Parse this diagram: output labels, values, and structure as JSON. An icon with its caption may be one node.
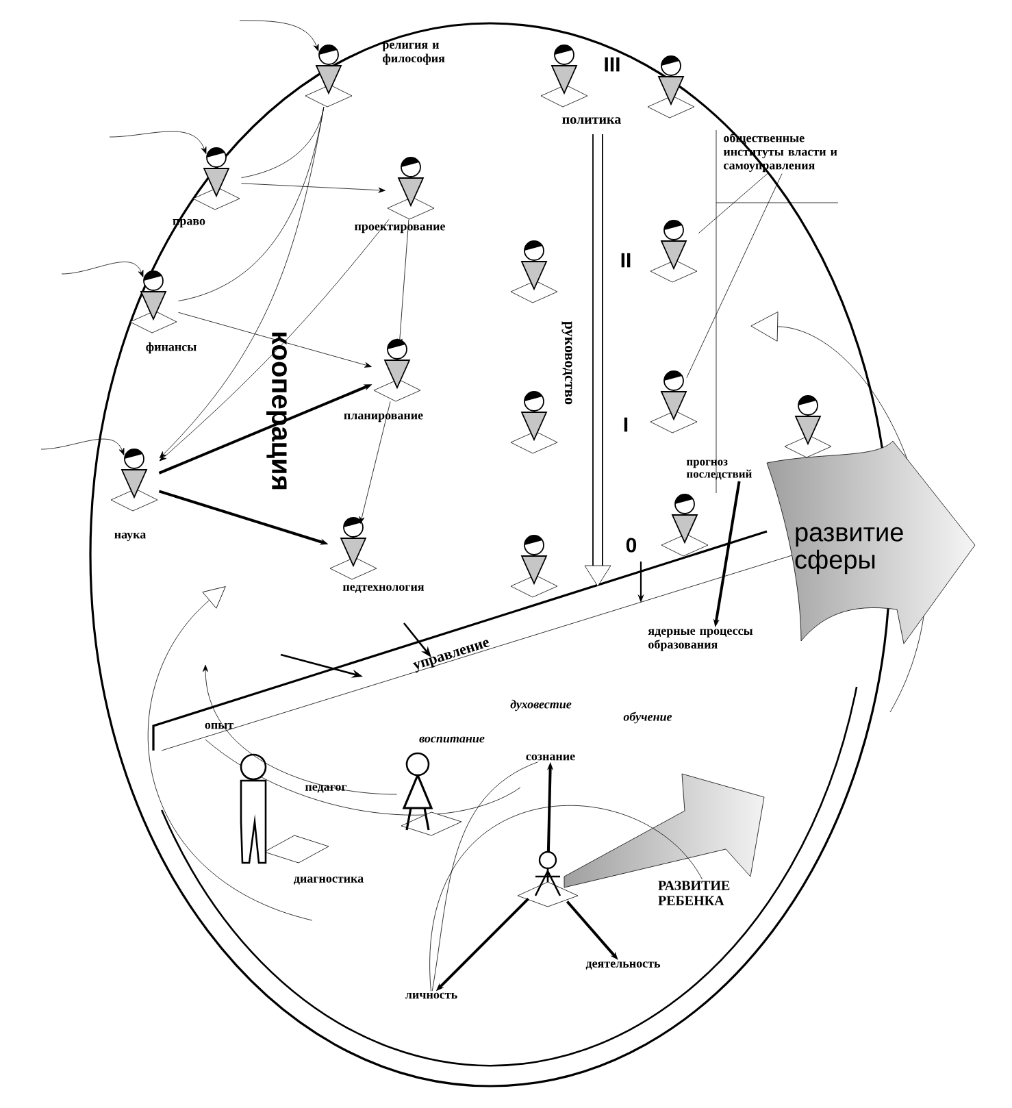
{
  "diagram": {
    "nodes": [
      {
        "text": [
          "религия и философия"
        ]
      },
      {
        "text": [
          "право"
        ]
      },
      {
        "text": [
          "проектирование"
        ]
      },
      {
        "text": [
          "финансы"
        ]
      },
      {
        "text": [
          "планирование"
        ]
      },
      {
        "text": [
          "наука"
        ]
      },
      {
        "text": [
          "педтехнология"
        ]
      },
      {
        "text": [],
        "shape": "person"
      },
      {
        "text": [],
        "shape": "person"
      },
      {
        "text": [],
        "shape": "person"
      },
      {
        "text": [],
        "shape": "person"
      },
      {
        "text": [],
        "shape": "person"
      },
      {
        "text": [],
        "shape": "person"
      },
      {
        "text": [],
        "shape": "person"
      },
      {
        "text": [],
        "shape": "person"
      },
      {
        "text": [],
        "shape": "person"
      },
      {
        "text": [
          "общественные институты власти и самоуправления"
        ]
      },
      {
        "text": [
          "педагог"
        ]
      },
      {
        "text": [],
        "shape": "person"
      },
      {
        "text": [],
        "shape": "person"
      },
      {
        "text": [
          "сознание"
        ]
      },
      {
        "text": [
          "деятельность"
        ]
      },
      {
        "text": [
          "личность"
        ]
      },
      {
        "text": [
          "развитие сферы"
        ]
      },
      {
        "text": [
          "РАЗВИТИЕ РЕБЕНКА"
        ]
      },
      {
        "text": [
          "прогноз последствий"
        ]
      },
      {
        "text": [
          "ядерные процессы образования"
        ]
      }
    ],
    "edges": [
      {
        "from": null,
        "to": 0,
        "arrow": "to"
      },
      {
        "from": null,
        "to": 1,
        "arrow": "to"
      },
      {
        "from": null,
        "to": 3,
        "arrow": "to"
      },
      {
        "from": null,
        "to": 5,
        "arrow": "to"
      },
      {
        "from": 0,
        "to": 5,
        "arrow": "to"
      },
      {
        "from": 1,
        "to": 0,
        "arrow": "none"
      },
      {
        "from": 3,
        "to": 0,
        "arrow": "none"
      },
      {
        "from": 1,
        "to": 2,
        "arrow": "to"
      },
      {
        "from": 3,
        "to": 4,
        "arrow": "to"
      },
      {
        "from": 5,
        "to": 4,
        "arrow": "to",
        "style": "thick"
      },
      {
        "from": 5,
        "to": 6,
        "arrow": "to",
        "style": "thick"
      },
      {
        "from": 2,
        "to": 4,
        "arrow": "to"
      },
      {
        "from": 4,
        "to": 6,
        "arrow": "to"
      },
      {
        "from": 2,
        "to": 5,
        "arrow": "to"
      },
      {
        "from": 16,
        "to": 10,
        "arrow": "none"
      },
      {
        "from": 16,
        "to": 12,
        "arrow": "none"
      },
      {
        "from": 19,
        "to": 20,
        "arrow": "to",
        "style": "thick"
      },
      {
        "from": 19,
        "to": 21,
        "arrow": "to",
        "style": "thick"
      },
      {
        "from": 19,
        "to": 22,
        "arrow": "to",
        "style": "thick"
      },
      {
        "from": 22,
        "to": 20,
        "arrow": "none"
      },
      {
        "from": 25,
        "to": 26,
        "arrow": "to",
        "style": "thick"
      },
      {
        "from": 22,
        "to": 24,
        "arrow": "none"
      },
      {
        "from": 18,
        "to": null,
        "arrow": "to"
      }
    ],
    "labels": [
      "III",
      "политика",
      "II",
      "I",
      "0",
      "руководство",
      "кооперация",
      "управление",
      "опыт",
      "воспитание",
      "духовестие",
      "обучение",
      "диагностика"
    ]
  }
}
